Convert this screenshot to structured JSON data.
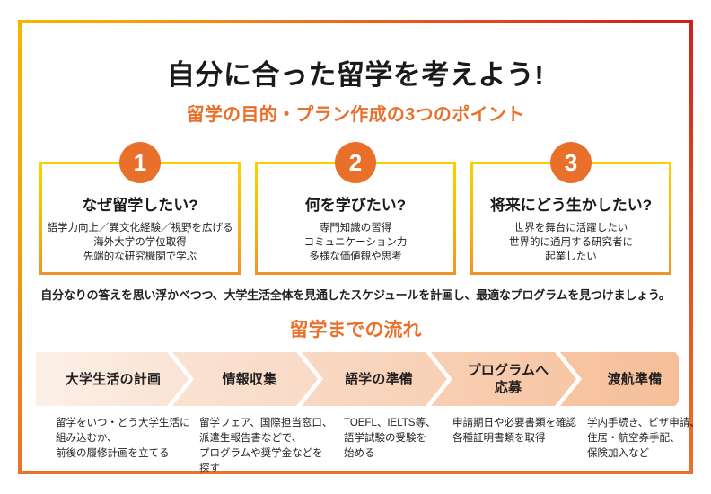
{
  "poster": {
    "title": "自分に合った留学を考えよう!",
    "subtitle": "留学の目的・プラン作成の3つのポイント",
    "lead": "自分なりの答えを思い浮かべつつ、大学生活全体を見通したスケジュールを計画し、最適なプログラムを見つけましょう。",
    "flow_heading": "留学までの流れ",
    "colors": {
      "accent_orange": "#E8702A",
      "box_yellow": "#FCCF00",
      "frame_yellow": "#F7B500",
      "frame_red": "#D0211C",
      "chevron_light": "#FBEAE0",
      "chevron_dark": "#F6C9A6",
      "text": "#231f20"
    }
  },
  "points": [
    {
      "number": "1",
      "heading": "なぜ留学したい?",
      "lines": [
        "語学力向上／異文化経験／視野を広げる",
        "海外大学の学位取得",
        "先端的な研究機関で学ぶ"
      ]
    },
    {
      "number": "2",
      "heading": "何を学びたい?",
      "lines": [
        "専門知識の習得",
        "コミュニケーション力",
        "多様な価値観や思考"
      ]
    },
    {
      "number": "3",
      "heading": "将来にどう生かしたい?",
      "lines": [
        "世界を舞台に活躍したい",
        "世界的に通用する研究者に",
        "起業したい"
      ]
    }
  ],
  "flow_steps": [
    {
      "label": "大学生活の計画",
      "description": [
        "留学をいつ・どう大学生活に",
        "組み込むか、",
        "前後の履修計画を立てる"
      ]
    },
    {
      "label": "情報収集",
      "description": [
        "留学フェア、国際担当窓口、",
        "派遣生報告書などで、",
        "プログラムや奨学金などを",
        "探す"
      ]
    },
    {
      "label": "語学の準備",
      "description": [
        "TOEFL、IELTS等、",
        "語学試験の受験を",
        "始める"
      ]
    },
    {
      "label": "プログラムへ\n応募",
      "description": [
        "申請期日や必要書類を確認",
        "各種証明書類を取得"
      ]
    },
    {
      "label": "渡航準備",
      "description": [
        "学内手続き、ビザ申請、",
        "住居・航空券手配、",
        "保険加入など"
      ]
    }
  ]
}
